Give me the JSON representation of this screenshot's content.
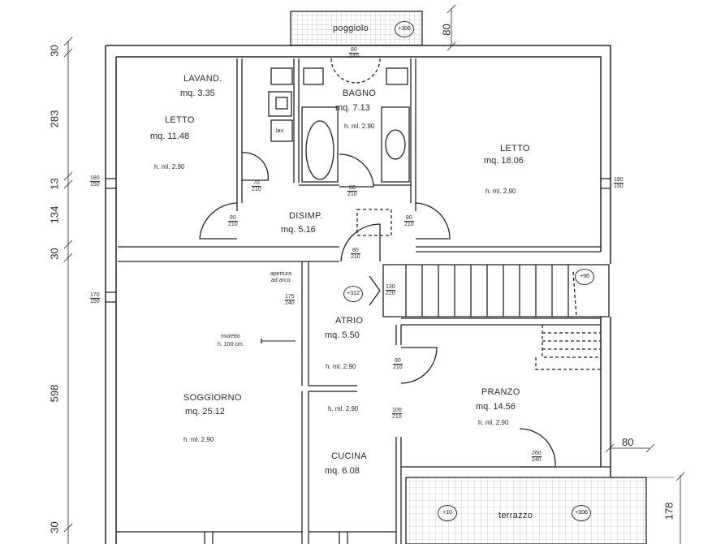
{
  "rooms": {
    "poggiolo": "poggiolo",
    "lavand": {
      "name": "LAVAND.",
      "area": "mq. 3.35"
    },
    "letto1": {
      "name": "LETTO",
      "area": "mq. 11.48",
      "height": "h. ml. 2.90"
    },
    "bagno": {
      "name": "BAGNO",
      "area": "mq. 7.13",
      "height": "h. ml. 2.90"
    },
    "lav": "lav.",
    "letto2": {
      "name": "LETTO",
      "area": "mq. 18.06",
      "height": "h. ml. 2.90"
    },
    "disimp": {
      "name": "DISIMP.",
      "area": "mq. 5.16"
    },
    "atrio": {
      "name": "ATRIO",
      "area": "mq. 5.50",
      "height": "h. ml. 2.90"
    },
    "soggiorno": {
      "name": "SOGGIORNO",
      "area": "mq. 25.12",
      "height": "h. ml. 2.90"
    },
    "pranzo": {
      "name": "PRANZO",
      "area": "mq. 14.56",
      "height": "h. ml. 2.90"
    },
    "cucina": {
      "name": "CUCINA",
      "area": "mq. 6.08",
      "height_left": "h. ml. 2.90"
    },
    "terrazzo": "terrazzo"
  },
  "annotations": {
    "apertura": "apertura",
    "ad_arco": "ad arco",
    "muretto": "muretto",
    "muretto_h": "h. 100 cm."
  },
  "levels": {
    "poggiolo": "+306",
    "atrio": "+312",
    "stairs": "+96",
    "terrazzo_left": "+10",
    "terrazzo_right": "+306"
  },
  "dimensions": {
    "left": [
      "30",
      "283",
      "13",
      "134",
      "30",
      "598",
      "30"
    ],
    "top": "80",
    "right_bottom": "80",
    "right_terrace": "178"
  },
  "doors": {
    "d_disimp_left": {
      "w": "80",
      "h": "210"
    },
    "d_disimp_right": {
      "w": "80",
      "h": "210"
    },
    "d_lavand": {
      "w": "70",
      "h": "210"
    },
    "d_bagno": {
      "w": "80",
      "h": "210"
    },
    "d_atrio": {
      "w": "80",
      "h": "210"
    },
    "d_stairs": {
      "w": "130",
      "h": "220"
    },
    "d_apertura": {
      "w": "175",
      "h": "240"
    },
    "d_atrio_low": {
      "w": "90",
      "h": "210"
    },
    "d_cucina": {
      "w": "100",
      "h": "210"
    },
    "d_pranzo": {
      "w": "260",
      "h": "240"
    },
    "d_poggiolo": {
      "w": "80",
      "h": "240"
    },
    "w_letto1": {
      "w": "180",
      "h": "150"
    },
    "w_letto2": {
      "w": "180",
      "h": "150"
    },
    "w_soggiorno": {
      "w": "170",
      "h": "150"
    }
  }
}
